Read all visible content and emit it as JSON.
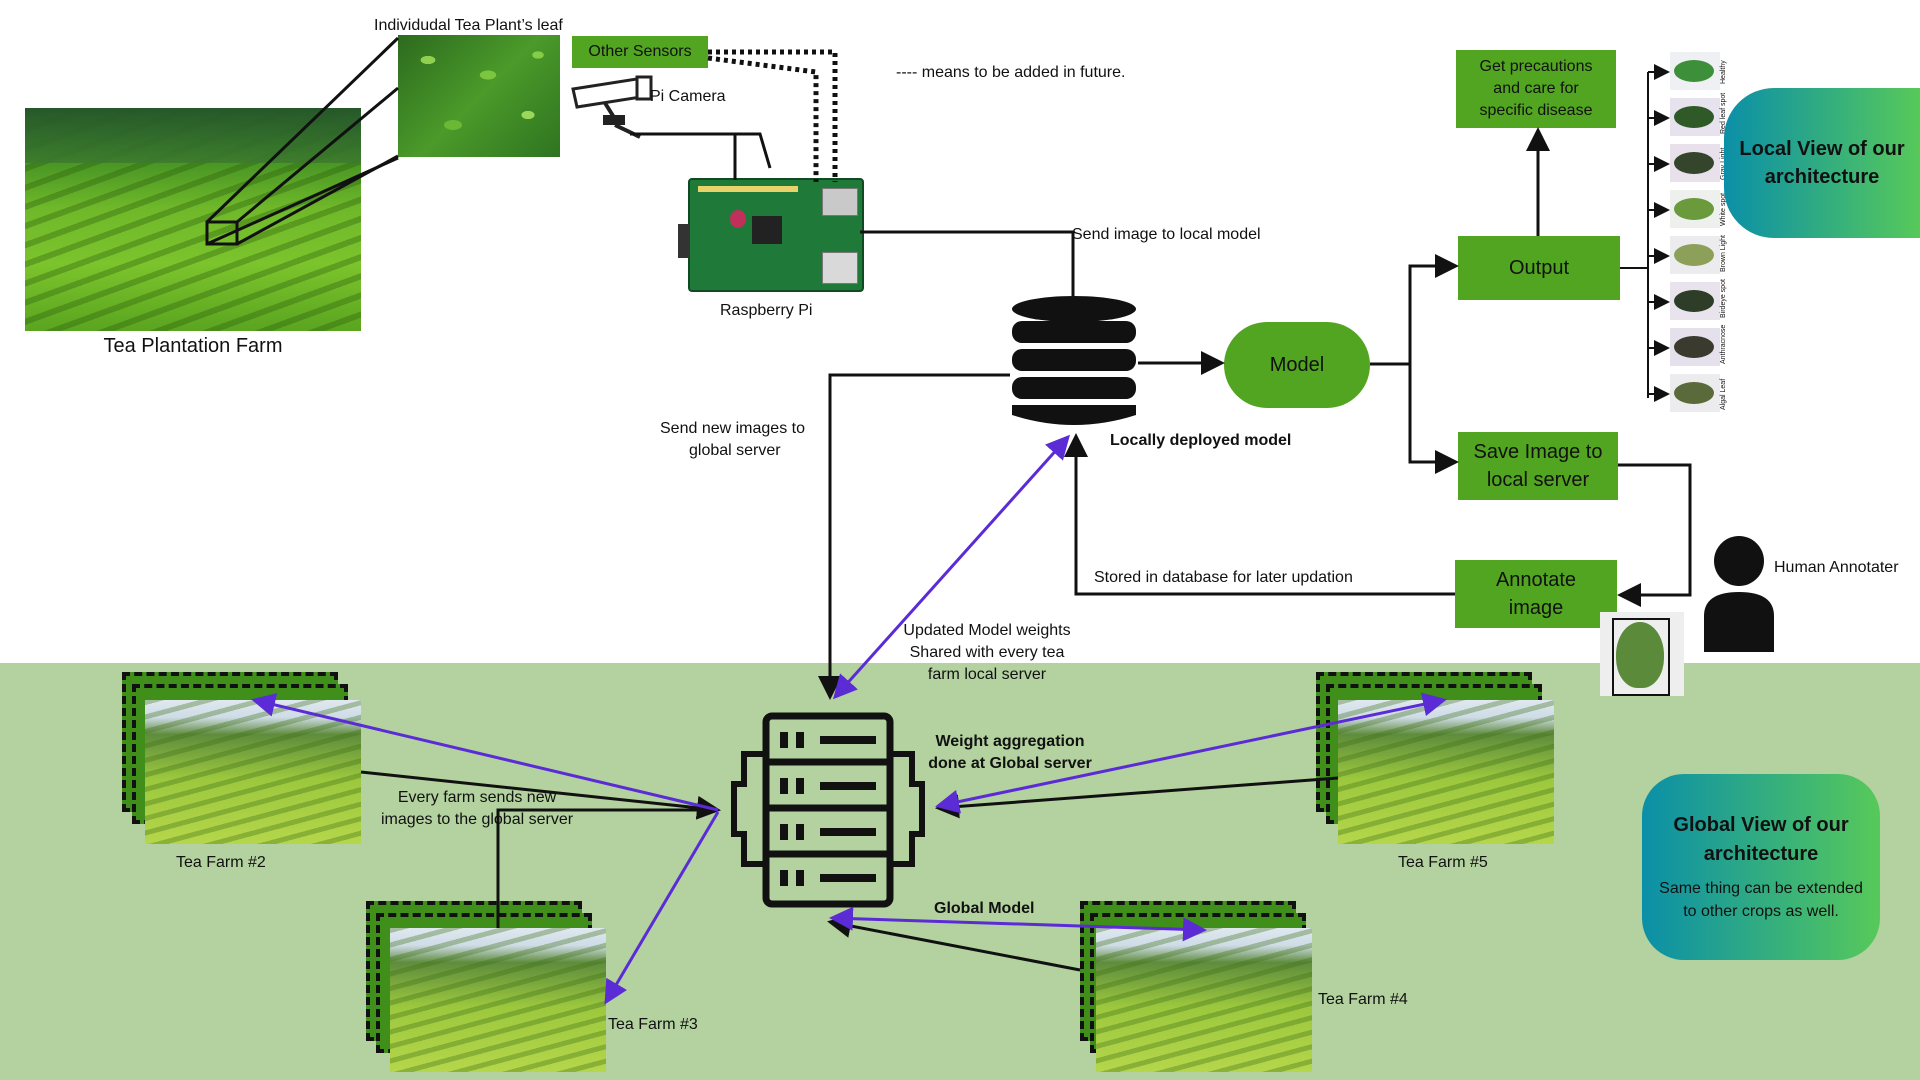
{
  "farm_label": "Tea Plantation Farm",
  "leaf_label": "Individudal Tea Plant’s leaf",
  "other_sensors": "Other Sensors",
  "pi_camera": "Pi Camera",
  "raspberry_pi": "Raspberry Pi",
  "future_note": "---- means to be added in future.",
  "send_local": "Send image to local model",
  "send_global_line1": "Send new images to",
  "send_global_line2": "global server",
  "local_model_label": "Locally deployed model",
  "model": "Model",
  "output": "Output",
  "precautions": "Get precautions and care for specific disease",
  "save_image": "Save Image to local server",
  "annotate": "Annotate image",
  "stored": "Stored in database for later  updation",
  "human": "Human Annotater",
  "local_view": "Local View of our architecture",
  "global_view_title": "Global View of our architecture",
  "global_view_sub": "Same thing can be extended to other crops as well.",
  "updated_weights": "Updated Model weights Shared with every tea farm local server",
  "weight_agg": "Weight aggregation done at Global server",
  "every_farm": "Every farm sends new images to the global server",
  "global_model": "Global Model",
  "farms": [
    "Tea Farm #2",
    "Tea Farm #3",
    "Tea Farm #4",
    "Tea Farm #5"
  ],
  "leaf_classes": [
    "Healthy",
    "Red leaf spot",
    "Gray Light",
    "White spot",
    "Brown Light",
    "Birdeye spot",
    "Anthracnose",
    "Algal Leaf"
  ],
  "colors": {
    "green": "#52a520",
    "band": "#b3d29f",
    "purple": "#5b2bd6",
    "teal": "#0b8fa8"
  }
}
